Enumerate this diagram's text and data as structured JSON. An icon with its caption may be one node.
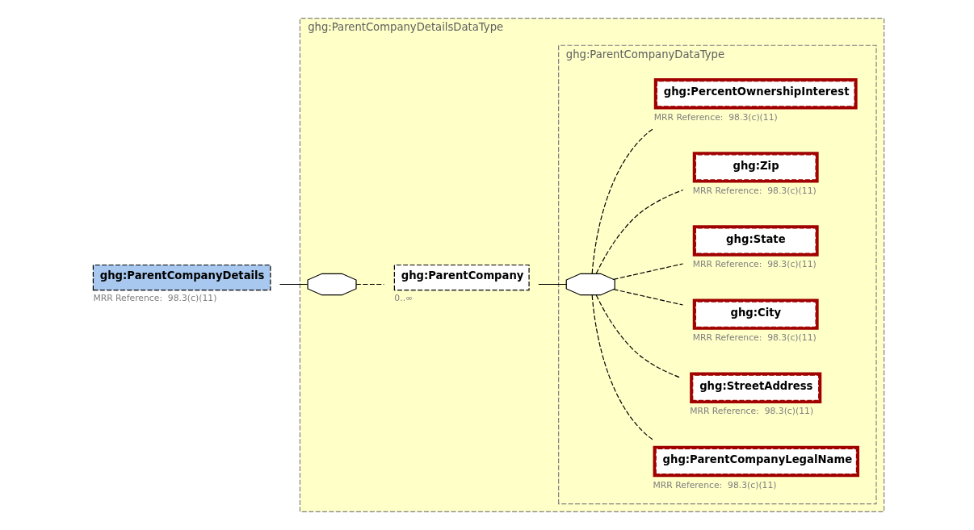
{
  "diagram": {
    "nodes": [
      {
        "text": [
          "ghg:ParentCompanyDetails"
        ],
        "beside": [
          "MRR Reference:  98.3(c)(11)"
        ]
      },
      {
        "text": [
          "ghg:ParentCompanyDetailsDataType"
        ]
      },
      {
        "text": [],
        "shape": "octagon",
        "in": 1
      },
      {
        "text": [
          "ghg:ParentCompany"
        ],
        "beside": [
          "0..∞"
        ],
        "in": 1
      },
      {
        "text": [
          "ghg:ParentCompanyDataType"
        ],
        "in": 1
      },
      {
        "text": [],
        "shape": "octagon",
        "in": 4
      },
      {
        "text": [
          "ghg:ParentCompanyLegalName"
        ],
        "beside": [
          "MRR Reference:  98.3(c)(11)"
        ],
        "in": 4
      },
      {
        "text": [
          "ghg:StreetAddress"
        ],
        "beside": [
          "MRR Reference:  98.3(c)(11)"
        ],
        "in": 4
      },
      {
        "text": [
          "ghg:City"
        ],
        "beside": [
          "MRR Reference:  98.3(c)(11)"
        ],
        "in": 4
      },
      {
        "text": [
          "ghg:State"
        ],
        "beside": [
          "MRR Reference:  98.3(c)(11)"
        ],
        "in": 4
      },
      {
        "text": [
          "ghg:Zip"
        ],
        "beside": [
          "MRR Reference:  98.3(c)(11)"
        ],
        "in": 4
      },
      {
        "text": [
          "ghg:PercentOwnershipInterest"
        ],
        "beside": [
          "MRR Reference:  98.3(c)(11)"
        ],
        "in": 4
      }
    ],
    "edges": [
      {
        "from": 0,
        "to": 2,
        "arrow": "none"
      },
      {
        "from": 2,
        "to": 3,
        "arrow": "none",
        "style": "dashed"
      },
      {
        "from": 3,
        "to": 5,
        "arrow": "none"
      },
      {
        "from": 5,
        "to": 6,
        "arrow": "none",
        "style": "dashed"
      },
      {
        "from": 5,
        "to": 7,
        "arrow": "none",
        "style": "dashed"
      },
      {
        "from": 5,
        "to": 8,
        "arrow": "none",
        "style": "dashed"
      },
      {
        "from": 5,
        "to": 9,
        "arrow": "none",
        "style": "dashed"
      },
      {
        "from": 5,
        "to": 10,
        "arrow": "none",
        "style": "dashed"
      },
      {
        "from": 5,
        "to": 11,
        "arrow": "none",
        "style": "dashed"
      }
    ]
  }
}
